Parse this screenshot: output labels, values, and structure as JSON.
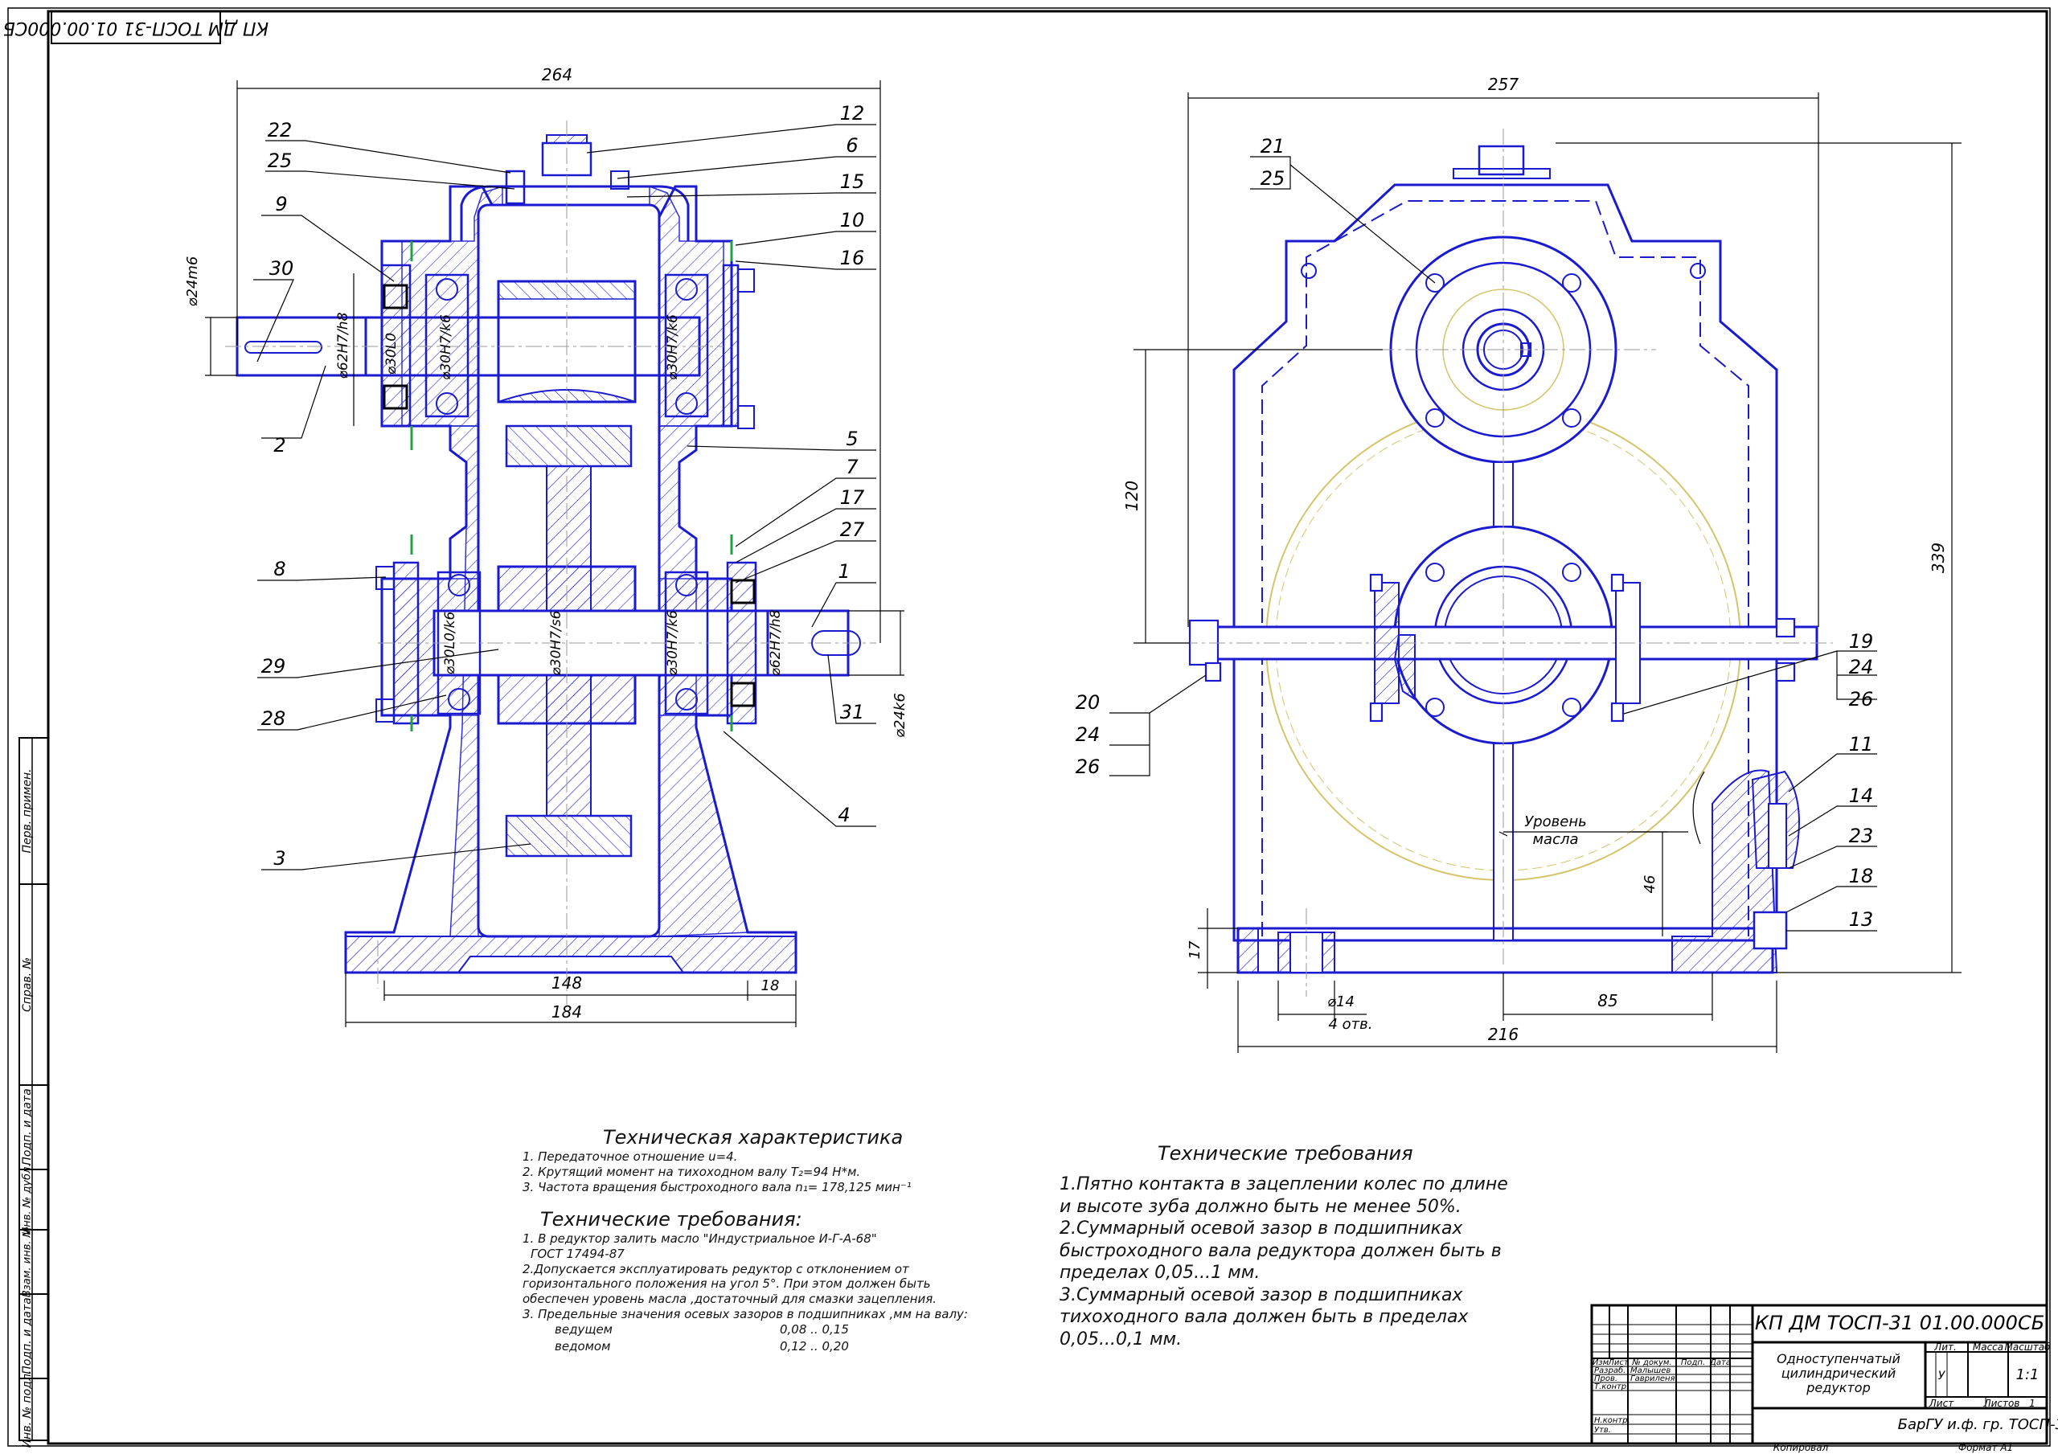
{
  "stamp_code": "КП ДМ ТОСП-31 01.00.000СБ",
  "front_view": {
    "dims": {
      "width_top": "264",
      "d_in_shaft": "⌀24m6",
      "d_bore_left": "⌀62H7/h8",
      "d_seal_left": "⌀30L0",
      "d_brg1": "⌀30H7/k6",
      "d_brg2": "⌀30H7/k6",
      "d_lower_left": "⌀30L0/k6",
      "d_gear": "⌀30H7/s6",
      "d_brg3": "⌀30H7/k6",
      "d_bore_right": "⌀62H7/h8",
      "d_out_shaft": "⌀24k6",
      "base_inner": "148",
      "base_flange": "18",
      "base_total": "184"
    },
    "callouts_left": [
      "22",
      "25",
      "9",
      "30",
      "2",
      "8",
      "29",
      "28",
      "3"
    ],
    "callouts_right": [
      "12",
      "6",
      "15",
      "10",
      "16",
      "5",
      "7",
      "17",
      "27",
      "1",
      "31",
      "4"
    ]
  },
  "side_view": {
    "dims": {
      "width_top": "257",
      "axis_distance": "120",
      "height": "339",
      "oil_height": "46",
      "foot_height": "17",
      "hole_dia": "⌀14",
      "hole_count": "4 отв.",
      "hole_span": "85",
      "base_width": "216"
    },
    "callouts": [
      "21",
      "25",
      "20",
      "24",
      "26",
      "19",
      "24",
      "26",
      "11",
      "14",
      "23",
      "18",
      "13"
    ],
    "oil_label": [
      "Уровень",
      "масла"
    ]
  },
  "tech_characteristics": {
    "title": "Техническая характеристика",
    "lines": [
      "1. Передаточное отношение u=4.",
      "2. Крутящий момент на тихоходном валу T₂=94 Н*м.",
      "3. Частота вращения быстроходного вала n₁= 178,125 мин⁻¹"
    ]
  },
  "tech_requirements_left": {
    "title": "Технические требования:",
    "lines": [
      "1. В редуктор залить масло \"Индустриальное И-Г-А-68\"",
      "ГОСТ 17494-87",
      "2.Допускается эксплуатировать редуктор с отклонением от",
      "горизонтального положения на угол 5°. При этом должен быть",
      "обеспечен уровень масла ,достаточный для смазки зацепления.",
      "3. Предельные значения осевых зазоров в подшипниках ,мм на валу:"
    ],
    "gaps": [
      {
        "shaft": "ведущем",
        "value": "0,08 .. 0,15"
      },
      {
        "shaft": "ведомом",
        "value": "0,12 .. 0,20"
      }
    ]
  },
  "tech_requirements_right": {
    "title": "Технические требования",
    "lines": [
      "1.Пятно контакта в зацеплении колес по длине",
      "и высоте зуба должно быть не менее 50%.",
      "2.Суммарный осевой зазор в подшипниках",
      "быстроходного вала редуктора должен быть в",
      "пределах 0,05...1 мм.",
      "3.Суммарный осевой зазор в подшипниках",
      "тихоходного вала должен быть в пределах",
      "0,05...0,1 мм."
    ]
  },
  "side_strip": [
    "Перв. примен.",
    "Справ. №",
    "Подп. и дата",
    "Инв. № дубл.",
    "Взам. инв. №",
    "Подп. и дата",
    "Инв. № подл."
  ],
  "title_block": {
    "code": "КП ДМ ТОСП-31 01.00.000СБ",
    "name": [
      "Одноступенчатый",
      "цилиндрический",
      "редуктор"
    ],
    "col_headers": [
      "Изм",
      "Лист",
      "№ докум.",
      "Подп.",
      "Дата"
    ],
    "roles": [
      {
        "role": "Разраб.",
        "person": "Малышев"
      },
      {
        "role": "Пров.",
        "person": "Гавриленя"
      },
      {
        "role": "Т.контр.",
        "person": ""
      },
      {
        "role": "Н.контр.",
        "person": ""
      },
      {
        "role": "Утв.",
        "person": ""
      }
    ],
    "lit_header": "Лит.",
    "mass_header": "Масса",
    "scale_header": "Масштаб",
    "lit_value": "У",
    "scale_value": "1:1",
    "sheet_label": "Лист",
    "sheets_label": "Листов",
    "sheets_value": "1",
    "org": "БарГУ и.ф. гр. ТОСП-31",
    "copied": "Копировал",
    "format": "Формат   А1"
  }
}
